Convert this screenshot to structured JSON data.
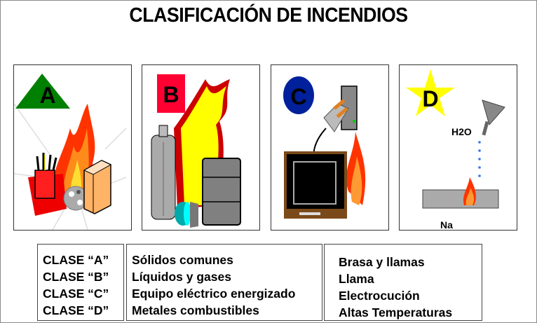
{
  "title": "CLASIFICACIÓN DE INCENDIOS",
  "panels": [
    {
      "letter": "A",
      "shape": "triangle",
      "color": "#008000"
    },
    {
      "letter": "B",
      "shape": "square",
      "color": "#ff0033"
    },
    {
      "letter": "C",
      "shape": "circle",
      "color": "#00219b"
    },
    {
      "letter": "D",
      "shape": "star",
      "color": "#ffff00",
      "labels": {
        "water": "H2O",
        "metal": "Na"
      }
    }
  ],
  "table": {
    "classes": [
      "CLASE “A”",
      "CLASE “B”",
      "CLASE “C”",
      "CLASE “D”"
    ],
    "materials": [
      "Sólidos comunes",
      "Líquidos y gases",
      "Equipo eléctrico energizado",
      "Metales combustibles"
    ],
    "effects": [
      "Brasa y llamas",
      "Llama",
      "Electrocución",
      "Altas Temperaturas"
    ]
  }
}
